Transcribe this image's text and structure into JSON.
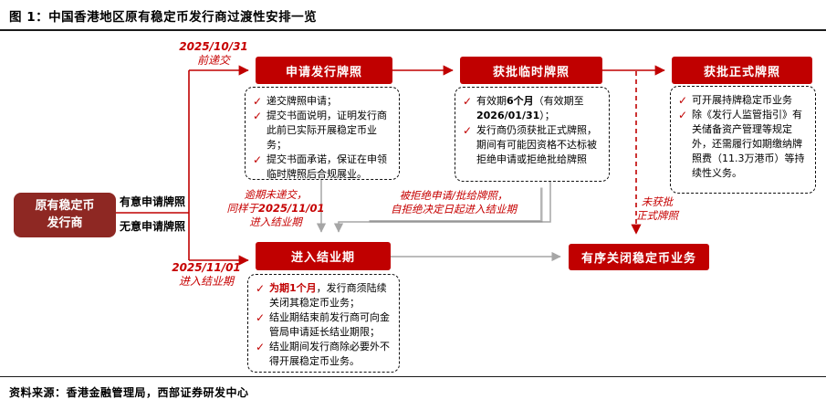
{
  "title": "图 1：中国香港地区原有稳定币发行商过渡性安排一览",
  "source": "资料来源：香港金融管理局，西部证券研发中心",
  "colors": {
    "flow_box_red": "#c00000",
    "root_box_maroon": "#8e2823",
    "annotation_red": "#c60000",
    "gray_line": "#a6a6a6",
    "text_black": "#000000"
  },
  "check_glyph": "✓",
  "root_box": {
    "lines": [
      [
        {
          "t": "原有稳定币"
        }
      ],
      [
        {
          "t": "发行商"
        }
      ]
    ]
  },
  "branches": {
    "apply": "有意申请牌照",
    "no_apply": "无意申请牌照"
  },
  "flow_boxes": {
    "apply_license": "申请发行牌照",
    "temp_license": "获批临时牌照",
    "formal_license": "获批正式牌照",
    "winddown": "进入结业期",
    "close_business": "有序关闭稳定币业务"
  },
  "annotations": {
    "deadline_submit": [
      [
        {
          "t": "2025/10/31",
          "b": true
        }
      ],
      [
        {
          "t": "前递交"
        }
      ]
    ],
    "overdue": [
      [
        {
          "t": "逾期未递交，"
        }
      ],
      [
        {
          "t": "同样于"
        },
        {
          "t": "2025/11/01",
          "b": true
        }
      ],
      [
        {
          "t": "进入结业期"
        }
      ]
    ],
    "rejected": [
      [
        {
          "t": "被拒绝申请/批给牌照，"
        }
      ],
      [
        {
          "t": "自拒绝决定日起进入结业期"
        }
      ]
    ],
    "not_approved": [
      [
        {
          "t": "未获批"
        }
      ],
      [
        {
          "t": "正式牌照"
        }
      ]
    ],
    "winddown_date": [
      [
        {
          "t": "2025/11/01",
          "b": true
        }
      ],
      [
        {
          "t": "进入结业期"
        }
      ]
    ]
  },
  "detail_boxes": {
    "apply": {
      "items": [
        [
          {
            "t": "递交牌照申请；"
          }
        ],
        [
          {
            "t": "提交书面说明，证明发行商此前已实际开展稳定币业务；"
          }
        ],
        [
          {
            "t": "提交书面承诺，保证在申领临时牌照后合规展业。"
          }
        ]
      ]
    },
    "temp": {
      "items": [
        [
          {
            "t": "有效期"
          },
          {
            "t": "6个月",
            "b": true
          },
          {
            "t": "（有效期至"
          },
          {
            "t": "2026/01/31",
            "b": true
          },
          {
            "t": "）；"
          }
        ],
        [
          {
            "t": "发行商仍须获批正式牌照，期间有可能因资格不达标被拒绝申请或拒绝批给牌照"
          }
        ]
      ]
    },
    "formal": {
      "items": [
        [
          {
            "t": "可开展持牌稳定币业务"
          }
        ],
        [
          {
            "t": "除《发行人监管指引》有关储备资产管理等规定外，还需履行如期缴纳牌照费（11.3万港币）等持续性义务。"
          }
        ]
      ]
    },
    "winddown": {
      "items": [
        [
          {
            "t": "为期1个月",
            "b": true,
            "red": true
          },
          {
            "t": "，发行商须陆续关闭其稳定币业务；"
          }
        ],
        [
          {
            "t": "结业期结束前发行商可向金管局申请延长结业期限；"
          }
        ],
        [
          {
            "t": "结业期间发行商除必要外不得开展稳定币业务。"
          }
        ]
      ]
    }
  }
}
